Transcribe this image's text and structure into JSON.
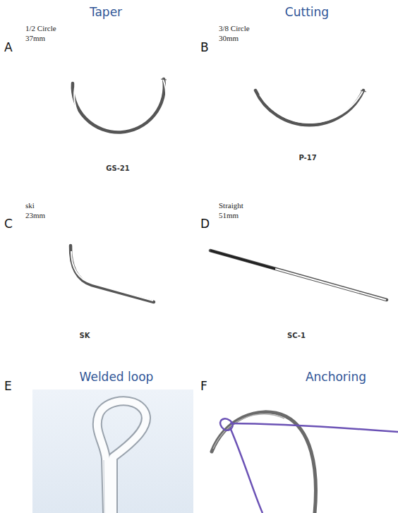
{
  "diagram": {
    "labels": [
      "Taper",
      "Cutting",
      "A",
      "1/2 Circle",
      "37mm",
      "B",
      "3/8 Circle",
      "30mm",
      "GS-21",
      "P-17",
      "C",
      "ski",
      "23mm",
      "D",
      "Straight",
      "51mm",
      "SK",
      "SC-1",
      "E",
      "Welded loop",
      "F",
      "Anchoring"
    ]
  }
}
